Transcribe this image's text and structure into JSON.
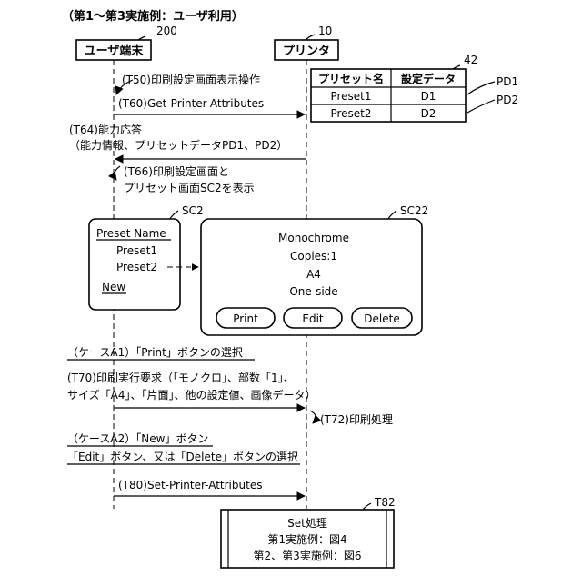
{
  "title": "（第1～第3実施例：ユーザ利用）",
  "actors": {
    "user": {
      "label": "ユーザ端末",
      "ref": "200"
    },
    "printer": {
      "label": "プリンタ",
      "ref": "10"
    }
  },
  "preset_table": {
    "ref": "42",
    "headers": [
      "プリセット名",
      "設定データ"
    ],
    "rows": [
      {
        "name": "Preset1",
        "data": "D1",
        "ref": "PD1"
      },
      {
        "name": "Preset2",
        "data": "D2",
        "ref": "PD2"
      }
    ]
  },
  "steps": {
    "t50": "(T50)印刷設定画面表示操作",
    "t60": "(T60)Get-Printer-Attributes",
    "t64_l1": "(T64)能力応答",
    "t64_l2": "（能力情報、プリセットデータPD1、PD2）",
    "t66_l1": "(T66)印刷設定画面と",
    "t66_l2": "プリセット画面SC2を表示",
    "case_a1": "（ケースA1）「Print」ボタンの選択",
    "t70_l1": "(T70)印刷実行要求（「モノクロ」、部数「1」、",
    "t70_l2": "サイズ「A4」、「片面」、他の設定値、画像データ）",
    "t72": "(T72)印刷処理",
    "case_a2_l1": "（ケースA2）「New」ボタン",
    "case_a2_l2": "「Edit」ボタン、又は「Delete」ボタンの選択",
    "t80": "(T80)Set-Printer-Attributes"
  },
  "sc2": {
    "ref": "SC2",
    "heading": "Preset Name",
    "items": [
      "Preset1",
      "Preset2"
    ],
    "new_link": "New"
  },
  "sc22": {
    "ref": "SC22",
    "lines": [
      "Monochrome",
      "Copies:1",
      "A4",
      "One-side"
    ],
    "buttons": {
      "print": "Print",
      "edit": "Edit",
      "delete": "Delete"
    }
  },
  "set_process": {
    "ref": "T82",
    "title": "Set処理",
    "line1": "第1実施例：図4",
    "line2": "第2、第3実施例：図6"
  }
}
